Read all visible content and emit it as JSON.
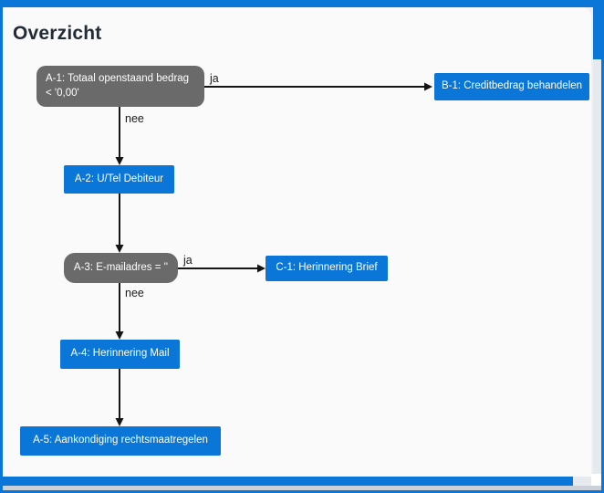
{
  "page": {
    "title": "Overzicht"
  },
  "flowchart": {
    "nodes": [
      {
        "id": "A-1",
        "type": "decision",
        "label": "A-1: Totaal openstaand bedrag < '0,00'",
        "line1": "A-1: Totaal openstaand bedrag",
        "line2": "< '0,00'"
      },
      {
        "id": "B-1",
        "type": "process",
        "label": "B-1: Creditbedrag behandelen"
      },
      {
        "id": "A-2",
        "type": "process",
        "label": "A-2: U/Tel Debiteur"
      },
      {
        "id": "A-3",
        "type": "decision",
        "label": "A-3: E-mailadres = ''"
      },
      {
        "id": "C-1",
        "type": "process",
        "label": "C-1: Herinnering Brief"
      },
      {
        "id": "A-4",
        "type": "process",
        "label": "A-4: Herinnering Mail"
      },
      {
        "id": "A-5",
        "type": "process",
        "label": "A-5: Aankondiging rechtsmaatregelen"
      }
    ],
    "edges": [
      {
        "from": "A-1",
        "to": "B-1",
        "label": "ja"
      },
      {
        "from": "A-1",
        "to": "A-2",
        "label": "nee"
      },
      {
        "from": "A-2",
        "to": "A-3",
        "label": ""
      },
      {
        "from": "A-3",
        "to": "C-1",
        "label": "ja"
      },
      {
        "from": "A-3",
        "to": "A-4",
        "label": "nee"
      },
      {
        "from": "A-4",
        "to": "A-5",
        "label": ""
      }
    ]
  },
  "colors": {
    "accent_blue": "#0a76d8",
    "node_gray": "#6a6a6a",
    "arrow_black": "#151515",
    "card_background": "#fafafa"
  }
}
